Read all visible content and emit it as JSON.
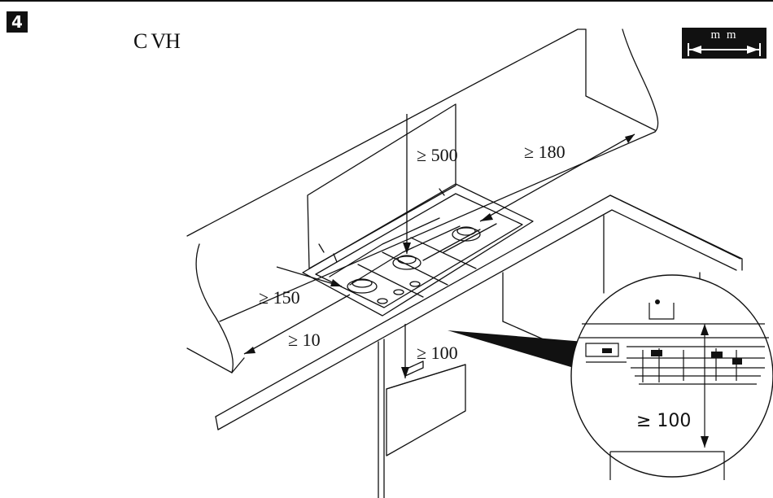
{
  "step_number": "4",
  "model": "C VH",
  "unit": "m m",
  "icons": {
    "unit_arrow": "double-headed-arrow-icon"
  },
  "dimensions": {
    "above_hob": "≥ 500",
    "right_side": "≥ 180",
    "rear": "≥ 150",
    "left_side": "≥ 10",
    "below_hob": "≥ 100",
    "detail_below": "≥ 100"
  }
}
